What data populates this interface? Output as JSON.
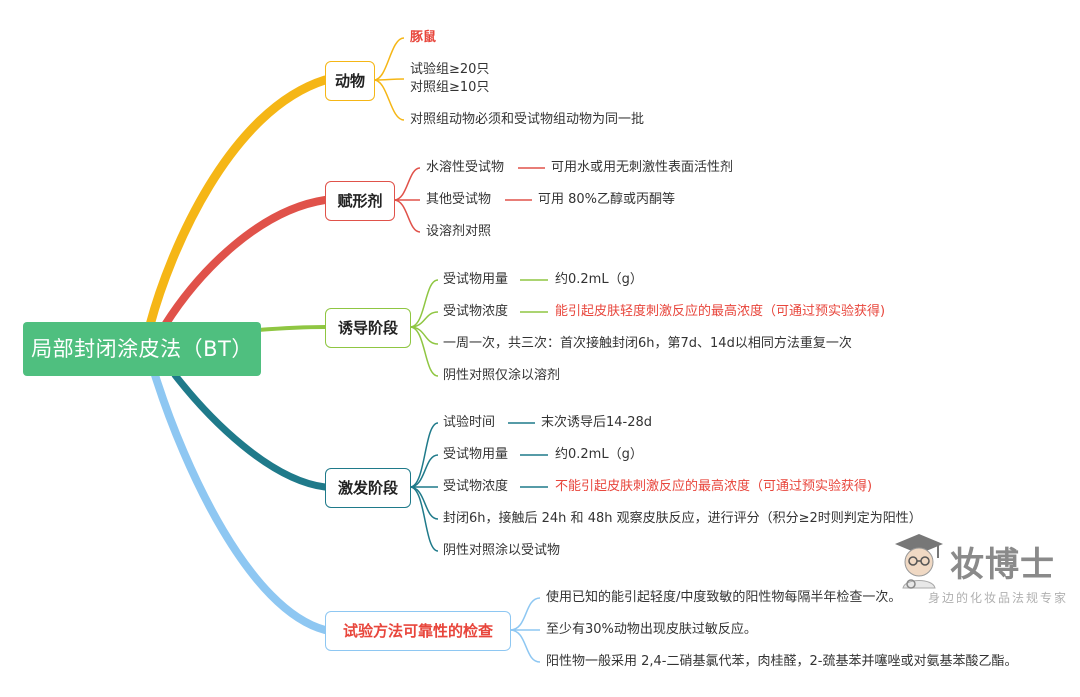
{
  "root": {
    "label": "局部封闭涂皮法（BT）"
  },
  "colors": {
    "root": "#4fbf7f",
    "animal": "#f5b616",
    "excipient": "#e0524a",
    "induction": "#8fc642",
    "challenge": "#1f7a8a",
    "reliability": "#8ec7f2",
    "highlight": "#e8463c"
  },
  "branches": [
    {
      "id": "animal",
      "label": "动物",
      "items": [
        {
          "text": "豚鼠",
          "style": "red-bold"
        },
        {
          "text": "试验组≥20只\n对照组≥10只"
        },
        {
          "text": "对照组动物必须和受试物组动物为同一批"
        }
      ]
    },
    {
      "id": "excipient",
      "label": "赋形剂",
      "items": [
        {
          "text": "水溶性受试物",
          "detail": "可用水或用无刺激性表面活性剂"
        },
        {
          "text": "其他受试物",
          "detail": "可用 80%乙醇或丙酮等"
        },
        {
          "text": "设溶剂对照"
        }
      ]
    },
    {
      "id": "induction",
      "label": "诱导阶段",
      "items": [
        {
          "text": "受试物用量",
          "detail": "约0.2mL（g）"
        },
        {
          "text": "受试物浓度",
          "detail": "能引起皮肤轻度刺激反应的最高浓度（可通过预实验获得)",
          "detail_style": "red"
        },
        {
          "text": "一周一次，共三次：首次接触封闭6h，第7d、14d以相同方法重复一次"
        },
        {
          "text": "阴性对照仅涂以溶剂"
        }
      ]
    },
    {
      "id": "challenge",
      "label": "激发阶段",
      "items": [
        {
          "text": "试验时间",
          "detail": "末次诱导后14-28d"
        },
        {
          "text": "受试物用量",
          "detail": "约0.2mL（g）"
        },
        {
          "text": "受试物浓度",
          "detail": "不能引起皮肤刺激反应的最高浓度（可通过预实验获得)",
          "detail_style": "red"
        },
        {
          "text": "封闭6h，接触后 24h 和 48h 观察皮肤反应，进行评分（积分≥2时则判定为阳性）"
        },
        {
          "text": "阴性对照涂以受试物"
        }
      ]
    },
    {
      "id": "reliability",
      "label": "试验方法可靠性的检查",
      "label_style": "red",
      "items": [
        {
          "text": "使用已知的能引起轻度/中度致敏的阳性物每隔半年检查一次。"
        },
        {
          "text": "至少有30%动物出现皮肤过敏反应。"
        },
        {
          "text": "阳性物一般采用 2,4-二硝基氯代苯，肉桂醛，2-巯基苯并噻唑或对氨基苯酸乙酯。"
        }
      ]
    }
  ],
  "watermark": {
    "title": "妆博士",
    "subtitle": "身边的化妆品法规专家",
    "icon": "doctor-avatar-icon"
  }
}
